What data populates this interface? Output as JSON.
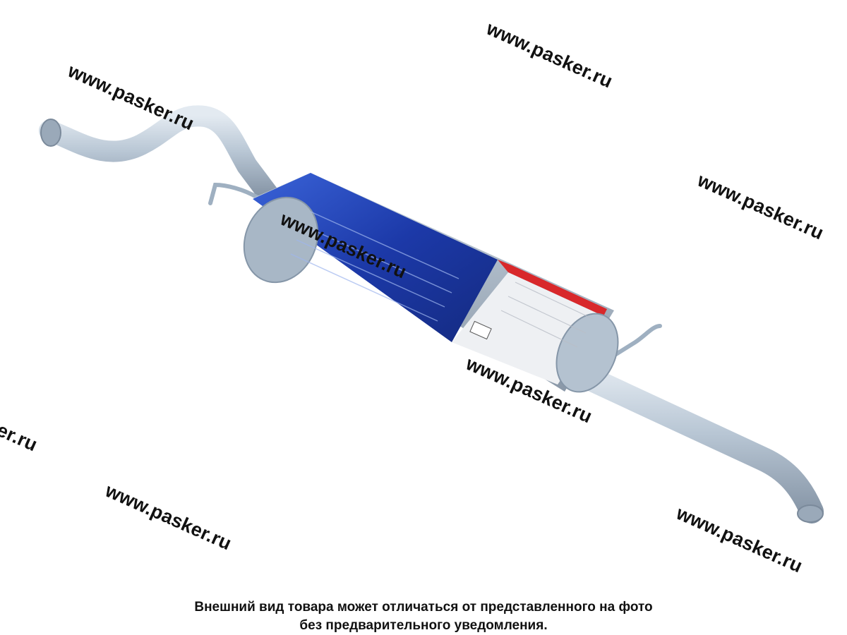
{
  "watermark": {
    "text": "www.pasker.ru"
  },
  "disclaimer": {
    "line1": "Внешний вид товара может отличаться от представленного на фото",
    "line2": "без предварительного уведомления."
  },
  "colors": {
    "pipe": "#b8c6d4",
    "label_blue": "#1f3fb0",
    "label_red": "#d8282b",
    "label_white": "#eef0f3"
  }
}
